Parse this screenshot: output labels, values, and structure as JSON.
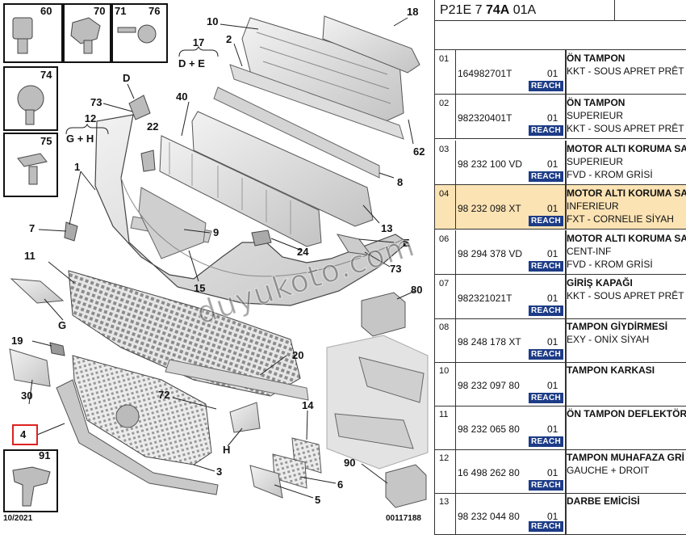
{
  "header": {
    "ref_prefix": "P21E 7 ",
    "ref_bold": "74A",
    "ref_suffix": " 01A"
  },
  "callouts": [
    "60",
    "70",
    "71",
    "76",
    "74",
    "75",
    "10",
    "18",
    "2",
    "17",
    "D + E",
    "D",
    "73",
    "40",
    "12",
    "G + H",
    "22",
    "62",
    "1",
    "8",
    "13",
    "7",
    "9",
    "E",
    "24",
    "73",
    "11",
    "15",
    "80",
    "G",
    "19",
    "20",
    "30",
    "72",
    "14",
    "4",
    "H",
    "91",
    "3",
    "6",
    "90",
    "5"
  ],
  "groups": {
    "g17": "17",
    "g17sub": "D + E",
    "g12": "12",
    "g12sub": "G + H"
  },
  "footer": {
    "date": "10/2021",
    "code": "00117188"
  },
  "watermark": "duyukoto.com",
  "parts": [
    {
      "idx": "01",
      "ref": "164982701T",
      "qty": "01",
      "title": "ÖN TAMPON",
      "lines": [
        "KKT - SOUS APRET PRÊT"
      ],
      "highlight": false
    },
    {
      "idx": "02",
      "ref": "982320401T",
      "qty": "01",
      "title": "ÖN TAMPON",
      "lines": [
        "SUPERIEUR",
        "KKT - SOUS APRET PRÊT"
      ],
      "highlight": false
    },
    {
      "idx": "03",
      "ref": "98 232 100 VD",
      "qty": "01",
      "title": "MOTOR ALTI KORUMA SA",
      "lines": [
        "SUPERIEUR",
        "FVD - KROM GRİSİ"
      ],
      "highlight": false
    },
    {
      "idx": "04",
      "ref": "98 232 098 XT",
      "qty": "01",
      "title": "MOTOR ALTI KORUMA SA",
      "lines": [
        "INFERIEUR",
        "FXT - CORNELIE SİYAH"
      ],
      "highlight": true
    },
    {
      "idx": "06",
      "ref": "98 294 378 VD",
      "qty": "01",
      "title": "MOTOR ALTI KORUMA SA",
      "lines": [
        "CENT-INF",
        "FVD - KROM GRİSİ"
      ],
      "highlight": false
    },
    {
      "idx": "07",
      "ref": "982321021T",
      "qty": "01",
      "title": "GİRİŞ KAPAĞI",
      "lines": [
        "KKT - SOUS APRET PRÊT"
      ],
      "highlight": false
    },
    {
      "idx": "08",
      "ref": "98 248 178 XT",
      "qty": "01",
      "title": "TAMPON GİYDİRMESİ",
      "lines": [
        "EXY - ONİX SİYAH"
      ],
      "highlight": false
    },
    {
      "idx": "10",
      "ref": "98 232 097 80",
      "qty": "01",
      "title": "TAMPON KARKASI",
      "lines": [],
      "highlight": false
    },
    {
      "idx": "11",
      "ref": "98 232 065 80",
      "qty": "01",
      "title": "ÖN TAMPON DEFLEKTÖR",
      "lines": [],
      "highlight": false
    },
    {
      "idx": "12",
      "ref": "16 498 262 80",
      "qty": "01",
      "title": "TAMPON MUHAFAZA GRİ",
      "lines": [
        "GAUCHE + DROIT"
      ],
      "highlight": false
    },
    {
      "idx": "13",
      "ref": "98 232 044 80",
      "qty": "01",
      "title": "DARBE EMİCİSİ",
      "lines": [],
      "highlight": false
    }
  ],
  "reach_label": "REACH",
  "colors": {
    "highlight": "#fbe3b4",
    "reach": "#1d3c87",
    "selection": "#dd2222"
  }
}
